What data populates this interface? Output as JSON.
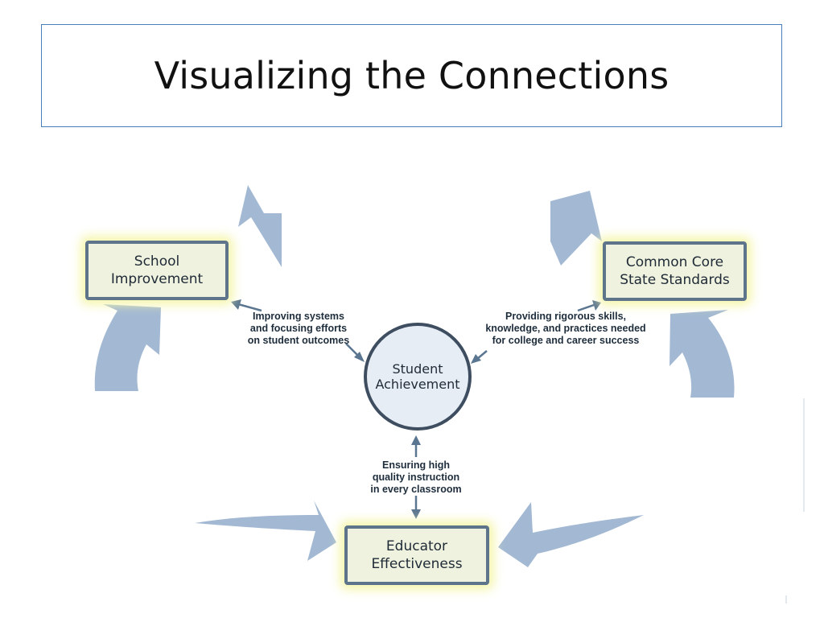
{
  "slide": {
    "title": "Visualizing the Connections"
  },
  "diagram": {
    "nodes": {
      "school_improvement": [
        "School",
        "Improvement"
      ],
      "common_core": [
        "Common Core",
        "State Standards"
      ],
      "educator_effectiveness": [
        "Educator",
        "Effectiveness"
      ],
      "student_achievement": [
        "Student",
        "Achievement"
      ]
    },
    "captions": {
      "improving": [
        "Improving systems",
        "and focusing efforts",
        "on student outcomes"
      ],
      "providing": [
        "Providing rigorous skills,",
        "knowledge, and practices needed",
        "for college and career success"
      ],
      "ensuring": [
        "Ensuring high",
        "quality instruction",
        "in every classroom"
      ]
    },
    "colors": {
      "cycle_arrow": "#a3b9d3",
      "box_fill": "#eef2df",
      "box_border": "#5e748a",
      "box_glow": "#f4f6aa",
      "connector": "#5b7690",
      "circle_fill": "#e6edf5"
    }
  }
}
